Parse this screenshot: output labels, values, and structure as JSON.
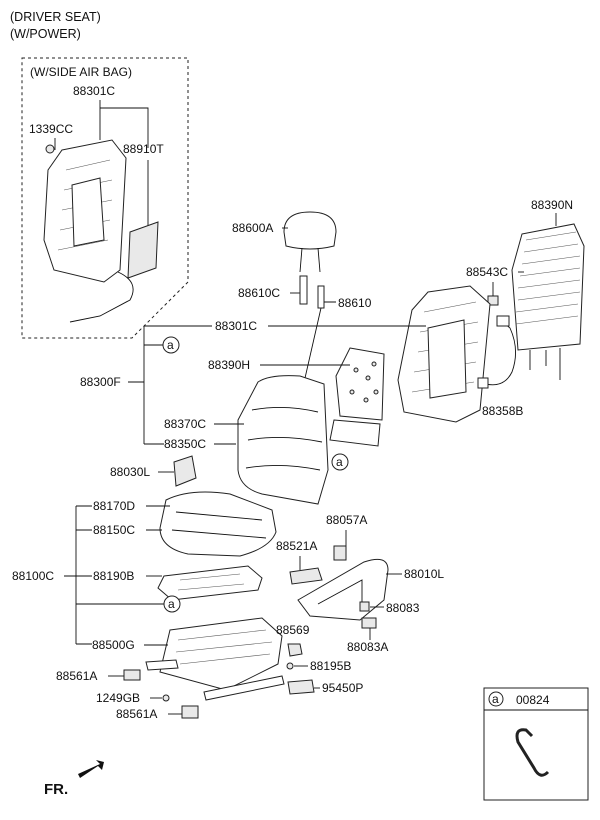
{
  "header": {
    "line1": "(DRIVER SEAT)",
    "line2": "(W/POWER)"
  },
  "airbag_box": {
    "title": "(W/SIDE AIR BAG)"
  },
  "labels": {
    "p88301C_box": "88301C",
    "p1339CC": "1339CC",
    "p88910T": "88910T",
    "p88600A": "88600A",
    "p88390N": "88390N",
    "p88543C": "88543C",
    "p88610C": "88610C",
    "p88610": "88610",
    "p88301C": "88301C",
    "p88390H": "88390H",
    "p88300F": "88300F",
    "p88370C": "88370C",
    "p88350C": "88350C",
    "p88358B": "88358B",
    "p88030L": "88030L",
    "p88170D": "88170D",
    "p88150C": "88150C",
    "p88057A": "88057A",
    "p88521A": "88521A",
    "p88100C": "88100C",
    "p88190B": "88190B",
    "p88010L": "88010L",
    "p88083": "88083",
    "p88569": "88569",
    "p88083A": "88083A",
    "p88500G": "88500G",
    "p88561A_1": "88561A",
    "p88195B": "88195B",
    "p95450P": "95450P",
    "p1249GB": "1249GB",
    "p88561A_2": "88561A"
  },
  "callouts": {
    "a1": "a",
    "a2": "a",
    "a3": "a",
    "legend_a": "a"
  },
  "legend": {
    "part_no": "00824"
  },
  "direction": {
    "label": "FR."
  }
}
